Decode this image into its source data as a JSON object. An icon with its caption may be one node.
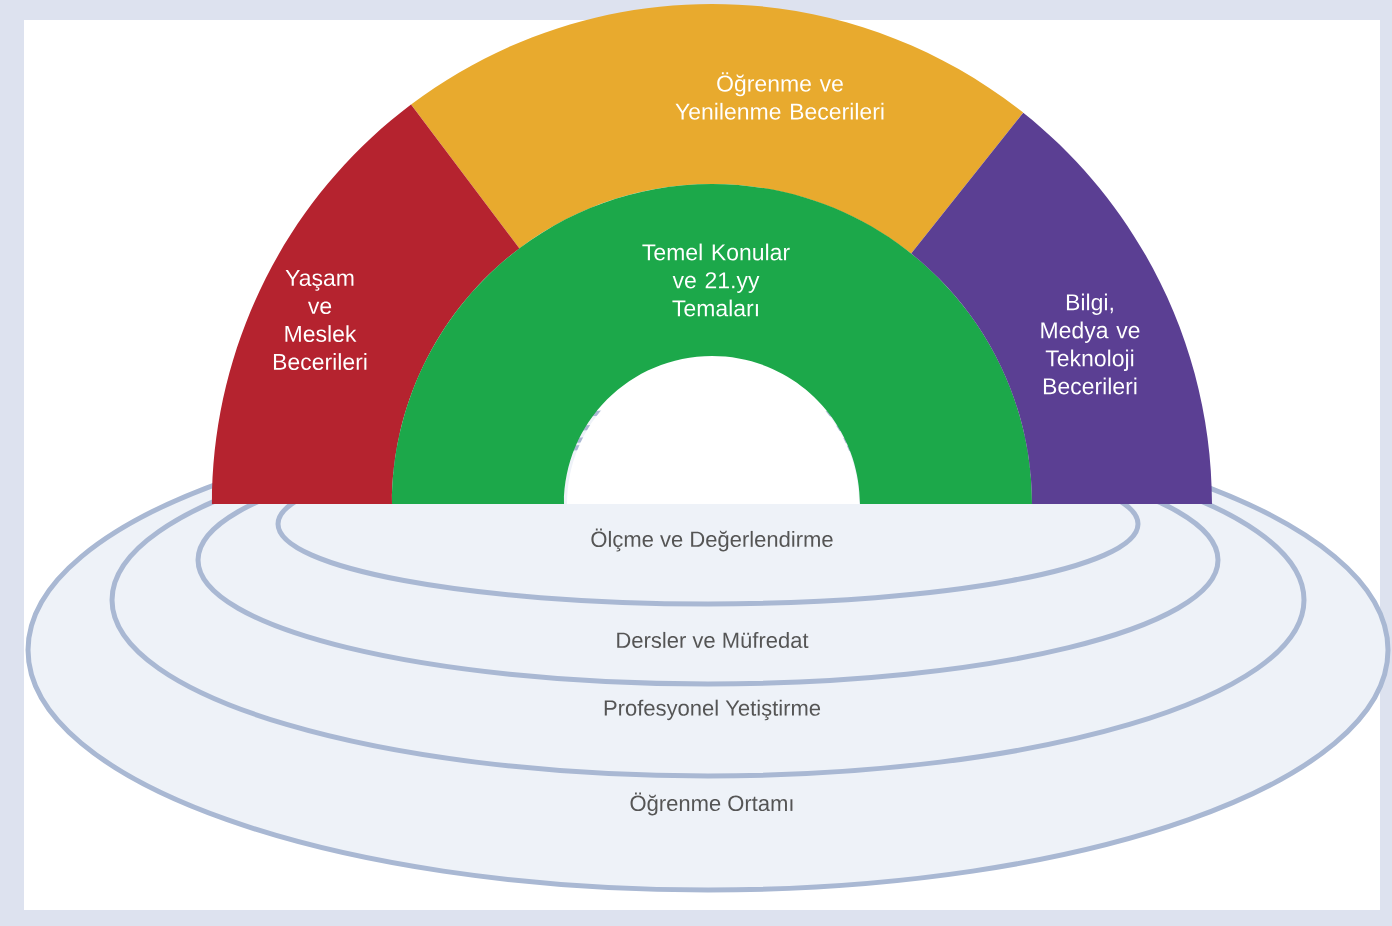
{
  "diagram": {
    "nodes": [
      {
        "text": [
          "Öğrenme ve Yenilenme Becerileri"
        ]
      },
      {
        "text": [
          "Yaşam ve Meslek Becerileri"
        ]
      },
      {
        "text": [
          "Temel Konular ve 21.yy Temaları"
        ]
      },
      {
        "text": [
          "Bilgi, Medya ve Teknoloji Becerileri"
        ]
      },
      {
        "text": [
          "Ölçme ve Değerlendirme"
        ],
        "in": 5
      },
      {
        "text": [
          "Dersler ve Müfredat"
        ],
        "in": 6
      },
      {
        "text": [
          "Profesyonel Yetiştirme"
        ],
        "in": 7
      },
      {
        "text": [
          "Öğrenme Ortamı"
        ]
      }
    ]
  }
}
